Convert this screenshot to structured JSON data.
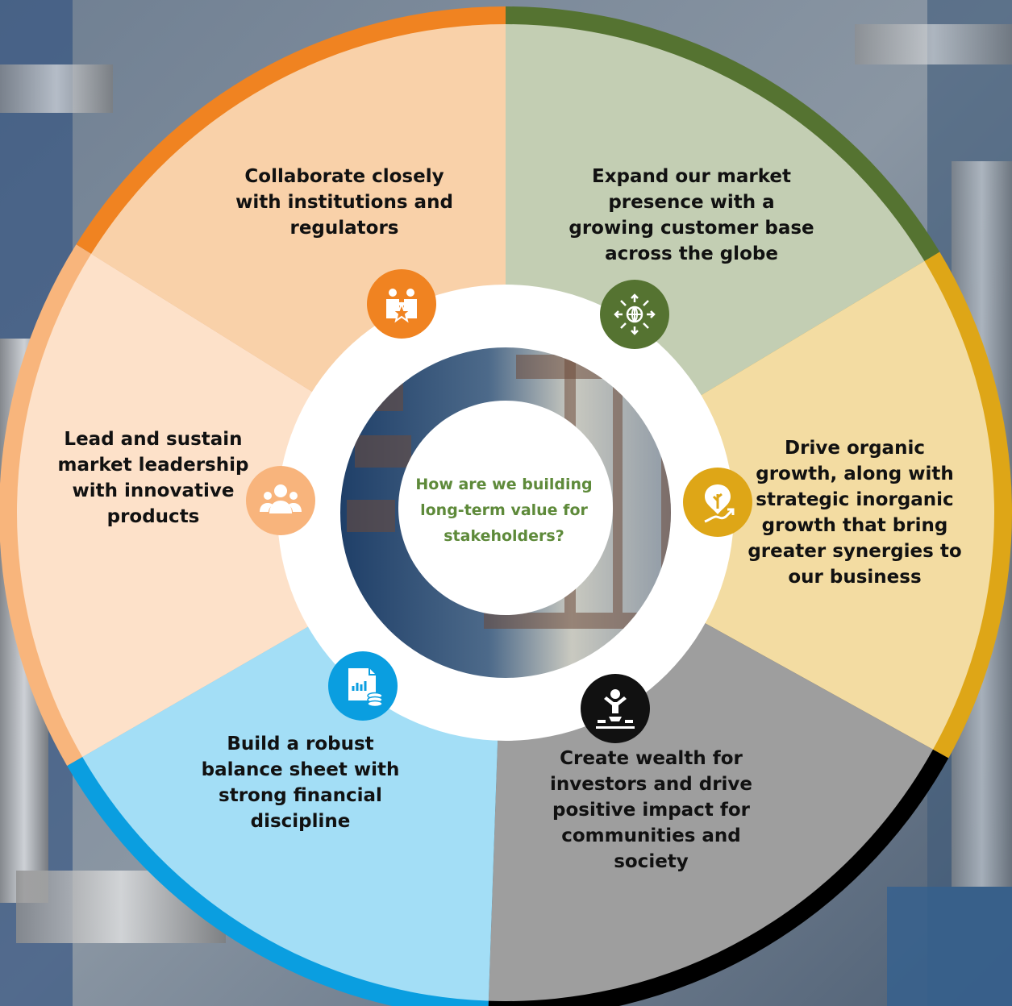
{
  "center_question": "How are we building\nlong-term value for\nstakeholders?",
  "segments": [
    {
      "id": "collaborate",
      "label": "Collaborate closely\nwith institutions and\nregulators",
      "fill": "#f9d1a9",
      "rim": "#f08321",
      "icon_color": "#f08321",
      "icon": "partners-star-icon"
    },
    {
      "id": "expand",
      "label": "Expand our market\npresence with a\ngrowing customer base\nacross the globe",
      "fill": "#c3ceb3",
      "rim": "#557331",
      "icon_color": "#557331",
      "icon": "globe-arrows-icon"
    },
    {
      "id": "drive",
      "label": "Drive organic\ngrowth, along with\nstrategic inorganic\ngrowth that bring\ngreater synergies to\nour business",
      "fill": "#f3dca2",
      "rim": "#dea617",
      "icon_color": "#dea617",
      "icon": "plant-growth-icon"
    },
    {
      "id": "wealth",
      "label": "Create wealth for\ninvestors and drive\npositive impact for\ncommunities and\nsociety",
      "fill": "#9e9e9e",
      "rim": "#000000",
      "icon_color": "#111111",
      "icon": "person-podium-icon"
    },
    {
      "id": "balance",
      "label": "Build a robust\nbalance sheet with\nstrong financial\ndiscipline",
      "fill": "#a3def6",
      "rim": "#0a9ee0",
      "icon_color": "#0a9ee0",
      "icon": "report-coins-icon"
    },
    {
      "id": "lead",
      "label": "Lead and sustain\nmarket leadership\nwith innovative\nproducts",
      "fill": "#fde1c9",
      "rim": "#f8b57c",
      "icon_color": "#f8b47c",
      "icon": "group-people-icon"
    }
  ]
}
